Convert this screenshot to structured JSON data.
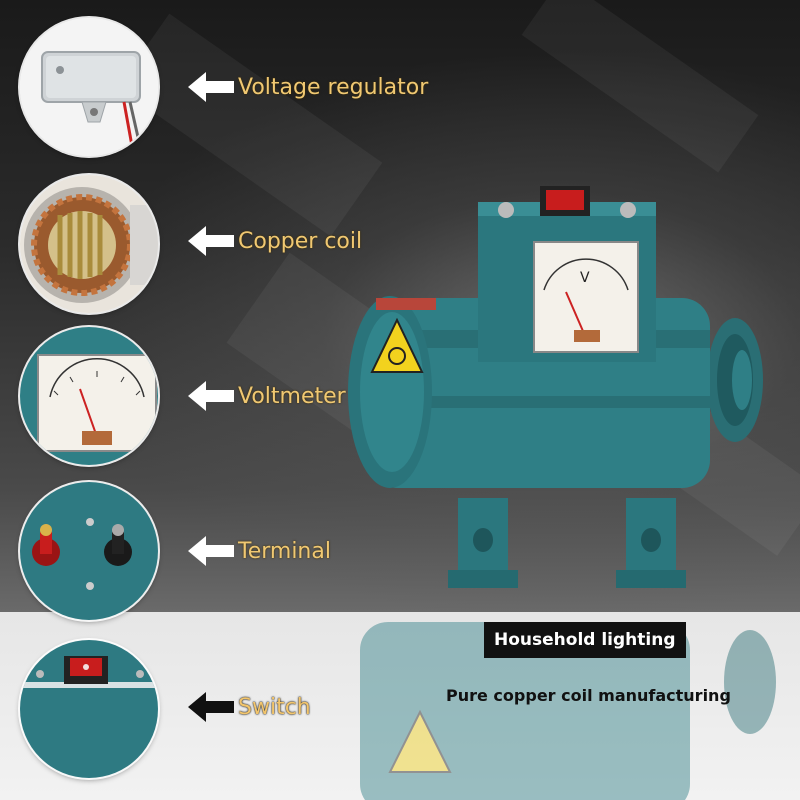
{
  "features": [
    {
      "label": "Voltage regulator",
      "icon": "voltage-regulator-icon"
    },
    {
      "label": "Copper coil",
      "icon": "copper-coil-icon"
    },
    {
      "label": "Voltmeter",
      "icon": "voltmeter-icon"
    },
    {
      "label": "Terminal",
      "icon": "terminal-icon"
    },
    {
      "label": "Switch",
      "icon": "switch-icon"
    }
  ],
  "banner": {
    "title": "Household lighting",
    "subtitle": "Pure copper coil manufacturing"
  },
  "meter": {
    "unit": "V"
  },
  "colors": {
    "motor": "#2f7f86",
    "label": "#f0c872",
    "banner": "#111111"
  }
}
